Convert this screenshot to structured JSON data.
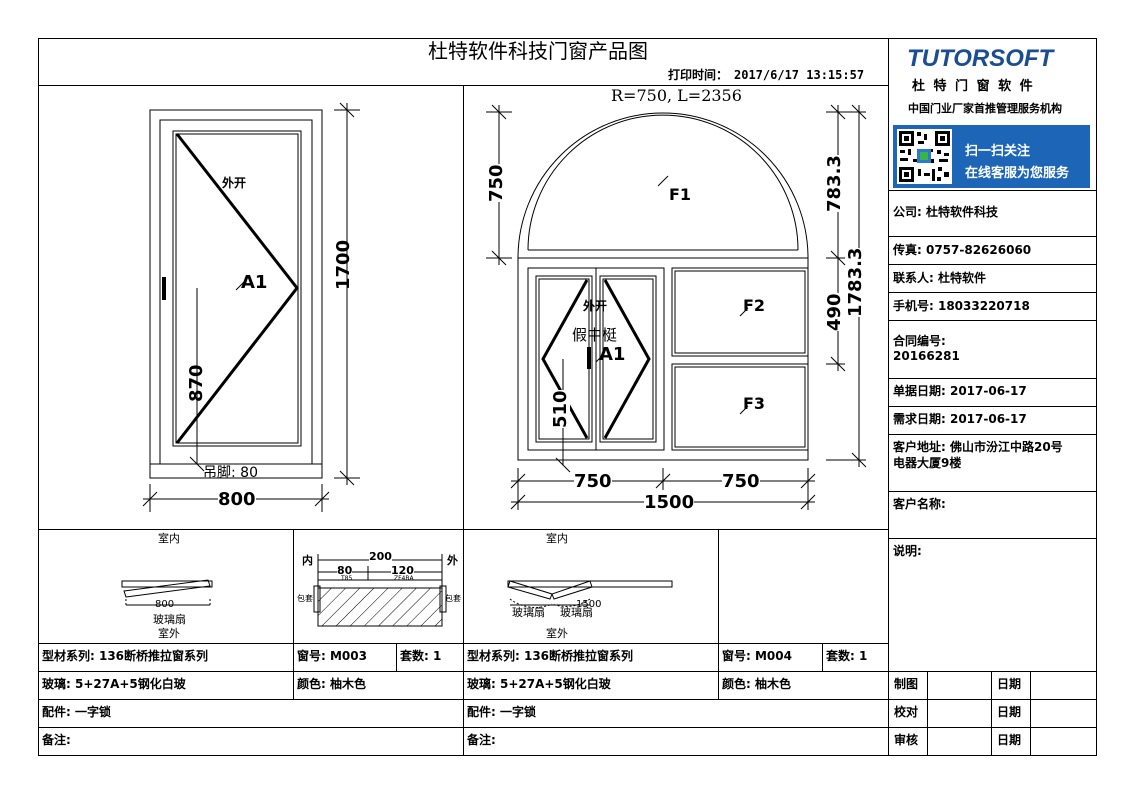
{
  "header": {
    "title": "杜特软件科技门窗产品图",
    "print_time_label": "打印时间：",
    "print_time": "2017/6/17 13:15:57"
  },
  "brand": {
    "logo_text": "TUTORSOFT",
    "cn_name": "杜 特 门 窗 软 件",
    "tagline": "中国门业厂家首推管理服务机构",
    "qr_line1": "扫一扫关注",
    "qr_line2": "在线客服为您服务",
    "accent": "#1d65b7"
  },
  "info": {
    "company": "公司: 杜特软件科技",
    "fax": "传真: 0757-82626060",
    "contact": "联系人: 杜特软件",
    "mobile": "手机号: 18033220718",
    "contract_label": "合同编号:",
    "contract_no": "20166281",
    "doc_date": "单据日期: 2017-06-17",
    "need_date": "需求日期: 2017-06-17",
    "address_line1": "客户地址: 佛山市汾江中路20号",
    "address_line2": "电器大厦9楼",
    "customer": "客户名称:",
    "note": "说明:"
  },
  "drawing1": {
    "label_open": "外开",
    "sash": "A1",
    "dim_height": "1700",
    "dim_handle": "870",
    "dim_width": "800",
    "foot": "吊脚: 80"
  },
  "drawing2": {
    "arc": "R=750, L=2356",
    "dim_arc_h": "750",
    "dim_right1": "783.3",
    "dim_right2": "490",
    "dim_right_total": "1783.3",
    "label_open": "外开",
    "fake_mullion": "假中梃",
    "sash": "A1",
    "f1": "F1",
    "f2": "F2",
    "f3": "F3",
    "dim_handle": "510",
    "dim_left": "750",
    "dim_right": "750",
    "dim_total": "1500"
  },
  "plan1": {
    "indoor": "室内",
    "outdoor": "室外",
    "dim": "800",
    "glass": "玻璃扇"
  },
  "section": {
    "inner": "内",
    "outer": "外",
    "dim_total": "200",
    "dim_a": "80",
    "dim_b": "120",
    "tag_a": "T85",
    "tag_b": "ZF4BA",
    "side_left": "包套",
    "side_right": "包套"
  },
  "plan2": {
    "indoor": "室内",
    "outdoor": "室外",
    "dim": "1500",
    "glass1": "玻璃扇",
    "glass2": "玻璃扇"
  },
  "specs": {
    "left": {
      "profile": "型材系列: 136断桥推拉窗系列",
      "window_no": "窗号: M003",
      "sets": "套数: 1",
      "glass": "玻璃: 5+27A+5钢化白玻",
      "color": "颜色: 柚木色",
      "hardware": "配件: 一字锁",
      "remark": "备注:"
    },
    "right": {
      "profile": "型材系列: 136断桥推拉窗系列",
      "window_no": "窗号: M004",
      "sets": "套数: 1",
      "glass": "玻璃: 5+27A+5钢化白玻",
      "color": "颜色: 柚木色",
      "hardware": "配件: 一字锁",
      "remark": "备注:"
    }
  },
  "signoff": {
    "draw": "制图",
    "check": "校对",
    "review": "审核",
    "date": "日期"
  }
}
